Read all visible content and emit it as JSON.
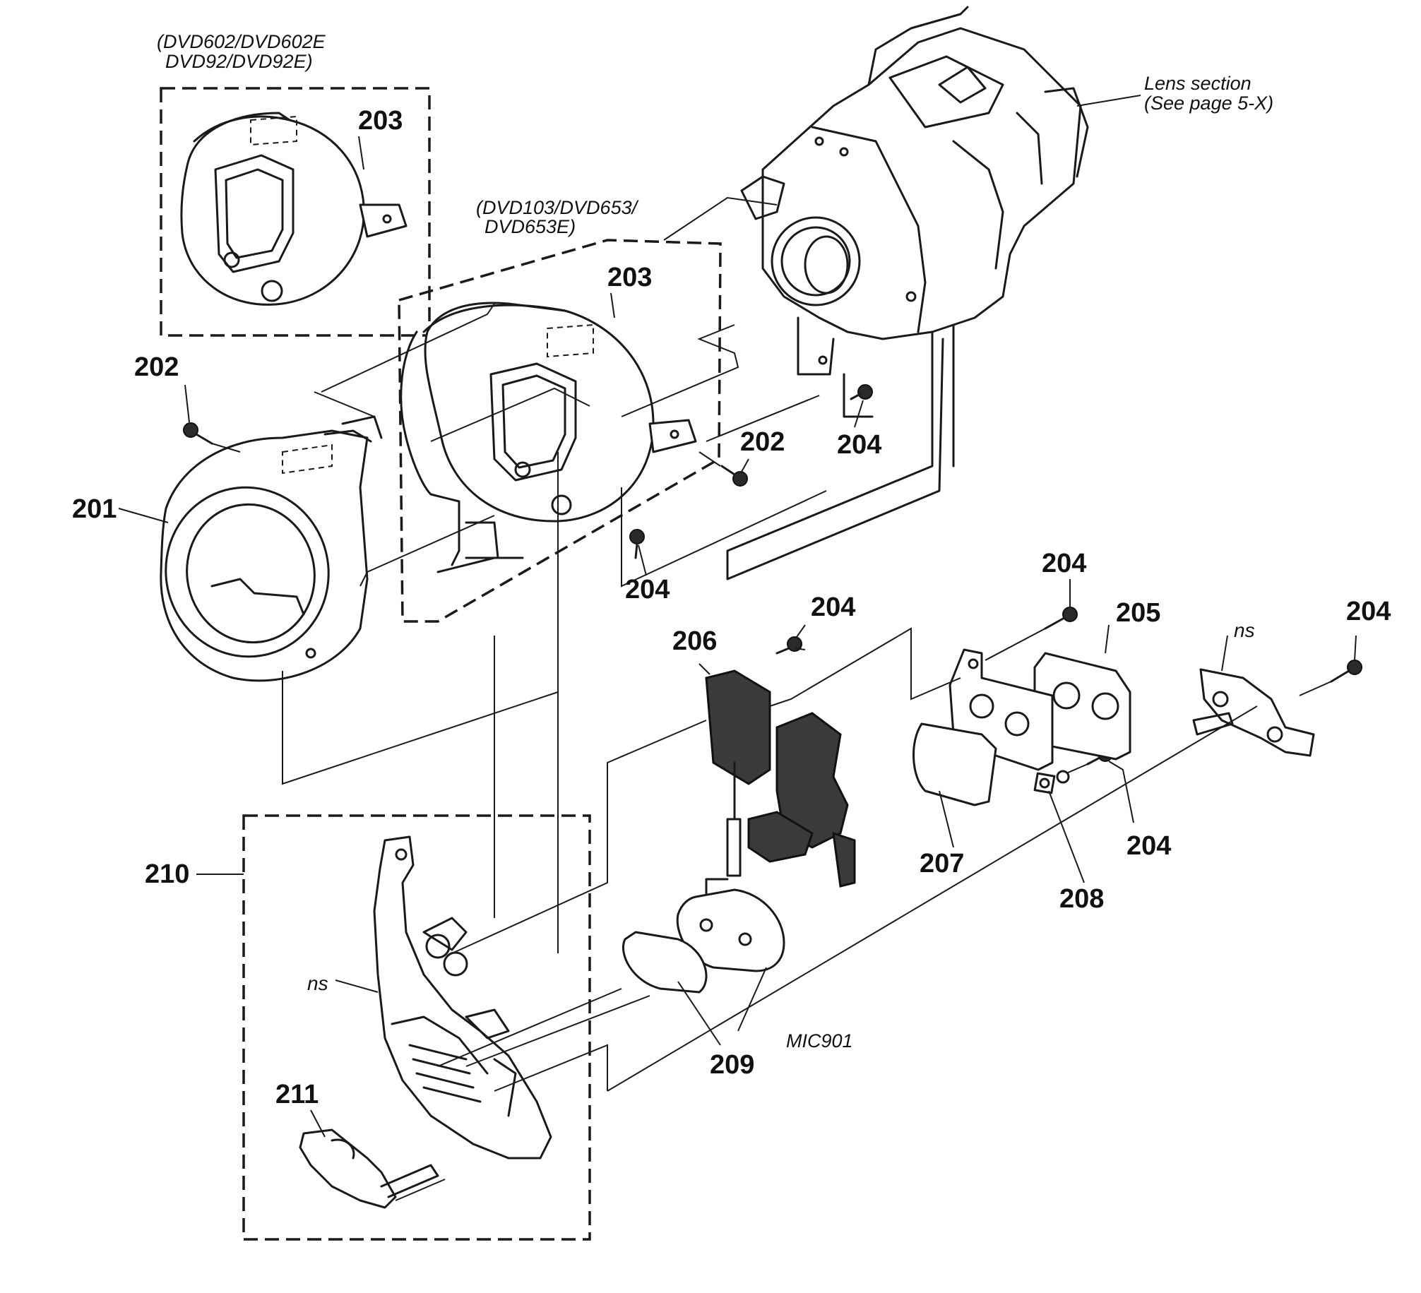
{
  "notes": {
    "variant_a_line1": "(DVD602/DVD602E",
    "variant_a_line2": "DVD92/DVD92E)",
    "variant_b_line1": "(DVD103/DVD653/",
    "variant_b_line2": "DVD653E)",
    "lens_line1": "Lens section",
    "lens_line2": "(See page 5-X)"
  },
  "labels": {
    "p201": "201",
    "p202_left": "202",
    "p202_right": "202",
    "p203_top": "203",
    "p203_mid": "203",
    "p204_lens": "204",
    "p204_ring": "204",
    "p204_206": "204",
    "p204_205": "204",
    "p204_208": "204",
    "p204_right": "204",
    "p205": "205",
    "p206": "206",
    "p207": "207",
    "p208": "208",
    "p209": "209",
    "p210": "210",
    "p211": "211",
    "mic": "MIC901",
    "ns_210": "ns",
    "ns_right": "ns"
  }
}
